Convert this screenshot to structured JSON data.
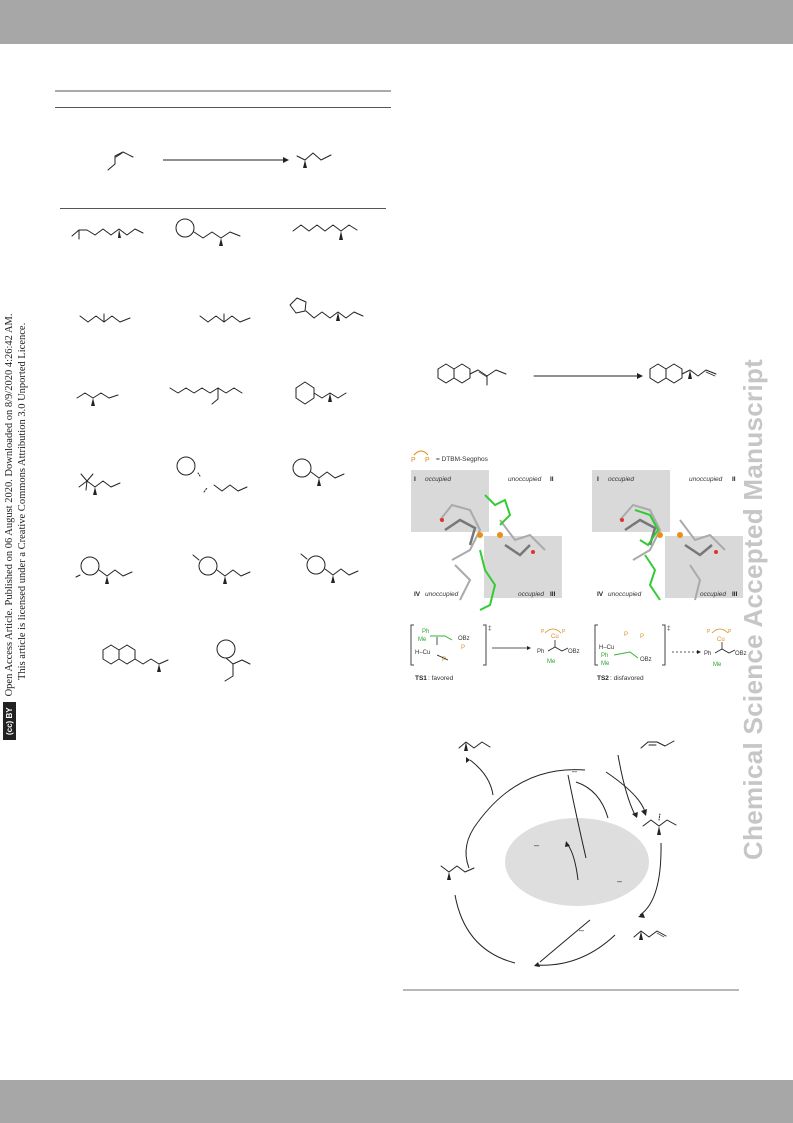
{
  "open_access_notice": {
    "line1": "Open Access Article. Published on 06 August 2020. Downloaded on 8/9/2020 4:26:42 AM.",
    "line2": "This article is licensed under a Creative Commons Attribution 3.0 Unported Licence.",
    "license_badge": "BY"
  },
  "watermark": "Chemical Science Accepted Manuscript",
  "figure": {
    "ligand_key": "= DTBM-Segphos",
    "ligand_p": "P",
    "quadrants": {
      "i": "I",
      "ii": "II",
      "iii": "III",
      "iv": "IV",
      "occupied": "occupied",
      "unoccupied": "unoccupied"
    },
    "ts1": {
      "label": "TS1",
      "desc": ": favored",
      "dagger": "‡",
      "hcu": "H–Cu",
      "ph": "Ph",
      "me": "Me",
      "obz": "OBz",
      "cu": "Cu",
      "p": "P"
    },
    "ts2": {
      "label": "TS2",
      "desc": ": disfavored",
      "dagger": "‡",
      "hcu": "H–Cu",
      "ph": "Ph",
      "me": "Me",
      "obz": "OBz",
      "cu": "Cu",
      "p": "P"
    }
  },
  "cycle": {
    "dash": "–"
  }
}
